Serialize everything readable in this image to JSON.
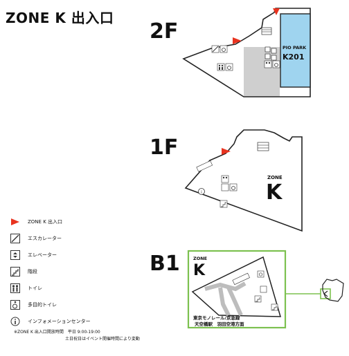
{
  "title": "ZONE K 出入口",
  "floors": {
    "f2": {
      "label": "2F",
      "room_brand": "PIO PARK",
      "room_code": "K201"
    },
    "f1": {
      "label": "1F",
      "zone_small": "ZONE",
      "zone_big": "K"
    },
    "b1": {
      "label": "B1",
      "zone_small": "ZONE",
      "zone_big": "K",
      "station_line1": "東京モノレール/京急線",
      "station_line2": "天空橋駅　羽田空港方面"
    }
  },
  "legend": [
    {
      "icon": "entrance-flag-icon",
      "label": "ZONE K 出入口"
    },
    {
      "icon": "escalator-icon",
      "label": "エスカレーター"
    },
    {
      "icon": "elevator-icon",
      "label": "エレベーター"
    },
    {
      "icon": "stairs-icon",
      "label": "階段"
    },
    {
      "icon": "toilet-icon",
      "label": "トイレ"
    },
    {
      "icon": "accessible-toilet-icon",
      "label": "多目的トイレ"
    },
    {
      "icon": "information-icon",
      "label": "インフォメーションセンター"
    }
  ],
  "note": {
    "line1": "※ZONE K 出入口開放時間　平日 9:00-19:00",
    "line2": "土日祝日はイベント開催時間により変動"
  },
  "colors": {
    "flag": "#e8331f",
    "room": "#9fd4ef",
    "b1_frame": "#7cc14f",
    "gray_area": "#cfcfcf"
  }
}
